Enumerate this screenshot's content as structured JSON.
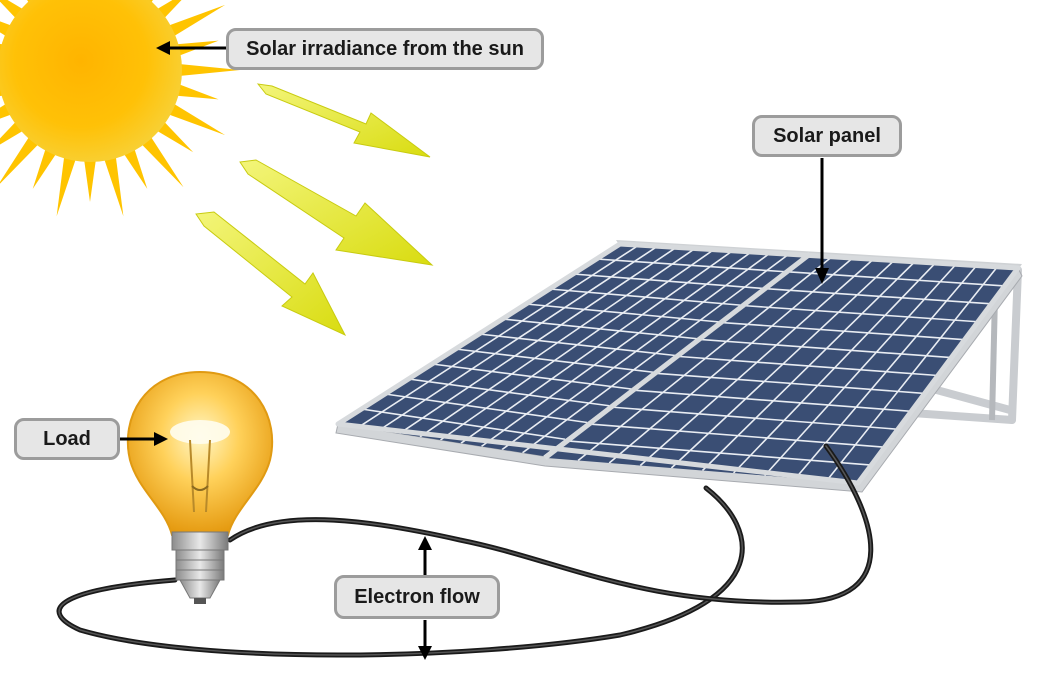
{
  "labels": {
    "sun": "Solar irradiance from the sun",
    "panel": "Solar panel",
    "load": "Load",
    "electron_flow": "Electron flow"
  },
  "components": {
    "sun": "sun-icon",
    "panel": "solar-panel",
    "bulb": "light-bulb-icon",
    "wire": "circuit-wire"
  },
  "colors": {
    "sun": "#f6b800",
    "rays": "#e8ea1a",
    "panel_cells": "#3a4e74",
    "panel_frame": "#c9ccd0",
    "bulb": "#f5b72a",
    "label_bg": "#e6e6e6",
    "label_border": "#9c9c9c"
  }
}
